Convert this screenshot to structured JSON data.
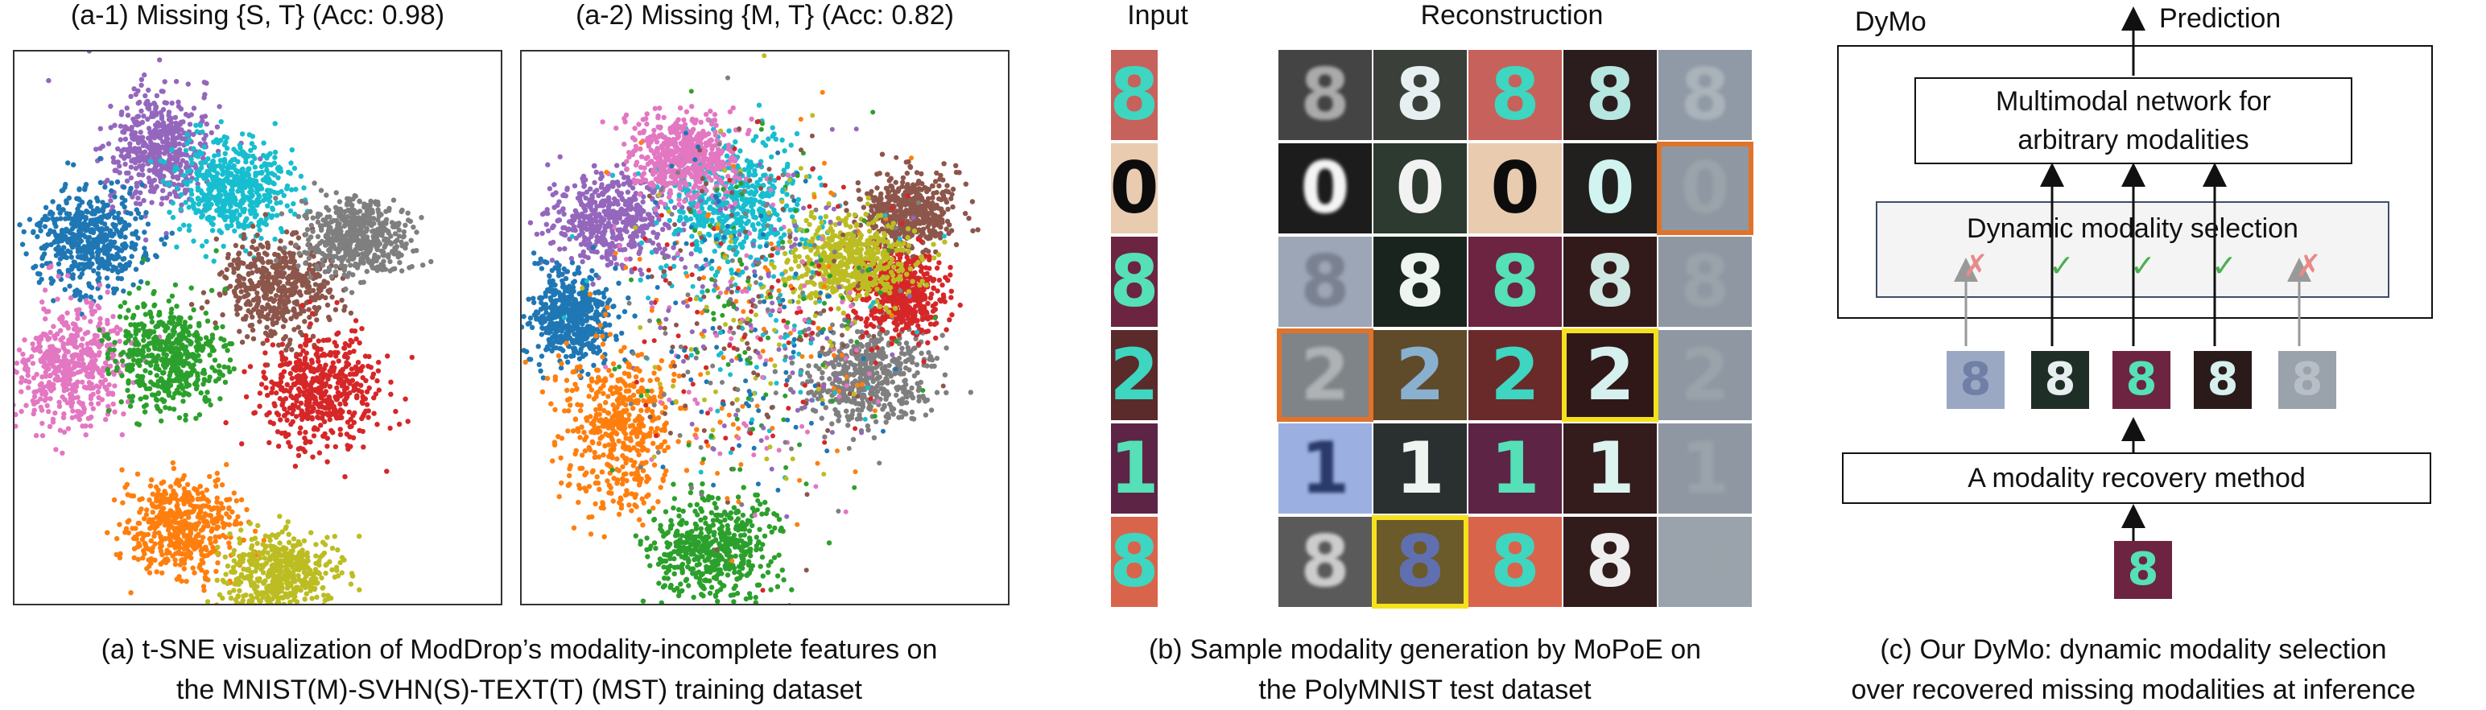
{
  "panel_a": {
    "title_1": "(a-1) Missing {S, T} (Acc: 0.98)",
    "title_2": "(a-2) Missing {M, T} (Acc: 0.82)",
    "caption_line1": "(a) t-SNE visualization of ModDrop’s modality-incomplete features on",
    "caption_line2": "the MNIST(M)-SVHN(S)-TEXT(T) (MST) training dataset",
    "cluster_colors": [
      "#9467bd",
      "#17becf",
      "#1f77b4",
      "#8c564b",
      "#7f7f7f",
      "#e377c2",
      "#2ca02c",
      "#d62728",
      "#ff7f0e",
      "#bcbd22"
    ]
  },
  "panel_b": {
    "label_input": "Input",
    "label_reconstruction": "Reconstruction",
    "caption_line1": "(b) Sample modality generation by MoPoE on",
    "caption_line2": "the PolyMNIST test dataset",
    "digits": [
      "8",
      "0",
      "8",
      "2",
      "1",
      "8"
    ]
  },
  "panel_c": {
    "dymo_label": "DyMo",
    "prediction_label": "Prediction",
    "network_line1": "Multimodal network for",
    "network_line2": "arbitrary modalities",
    "selection_label": "Dynamic modality selection",
    "marks": [
      "✗",
      "✓",
      "✓",
      "✓",
      "✗"
    ],
    "recovery_label": "A modality recovery method",
    "caption_line1": "(c) Our DyMo: dynamic modality selection",
    "caption_line2": "over recovered missing modalities at inference"
  }
}
